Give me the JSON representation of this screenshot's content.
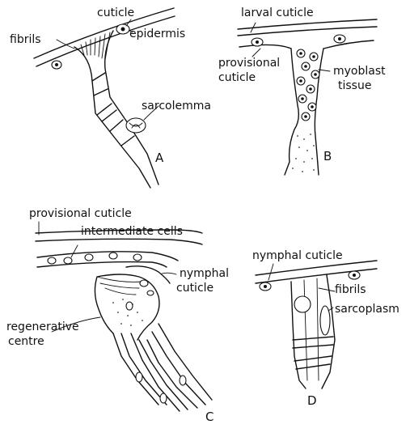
{
  "panels": {
    "A": {
      "letter": "A",
      "labels": {
        "cuticle": "cuticle",
        "fibrils": "fibrils",
        "epidermis": "epidermis",
        "sarcolemma": "sarcolemma"
      }
    },
    "B": {
      "letter": "B",
      "labels": {
        "larval_cuticle": "larval cuticle",
        "provisional_cuticle_1": "provisional",
        "provisional_cuticle_2": "cuticle",
        "myoblast_tissue_1": "myoblast",
        "myoblast_tissue_2": "tissue"
      }
    },
    "C": {
      "letter": "C",
      "labels": {
        "provisional_cuticle": "provisional cuticle",
        "intermediate_cells": "intermediate cells",
        "nymphal_cuticle_1": "nymphal",
        "nymphal_cuticle_2": "cuticle",
        "regenerative_centre_1": "regenerative",
        "regenerative_centre_2": "centre"
      }
    },
    "D": {
      "letter": "D",
      "labels": {
        "nymphal_cuticle": "nymphal cuticle",
        "fibrils": "fibrils",
        "sarcoplasm": "sarcoplasm"
      }
    }
  }
}
